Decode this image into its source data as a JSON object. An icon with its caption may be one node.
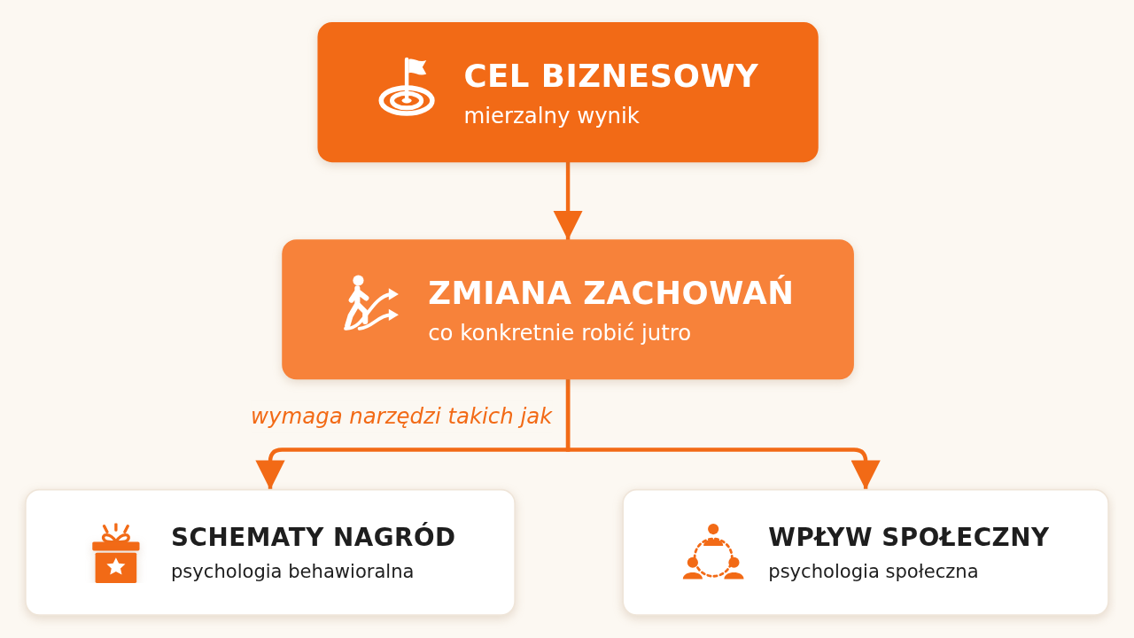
{
  "diagram": {
    "nodes": [
      {
        "text": [
          "CEL BIZNESOWY",
          "mierzalny wynik"
        ]
      },
      {
        "text": [
          "ZMIANA ZACHOWAŃ",
          "co konkretnie robić jutro"
        ]
      },
      {
        "text": [
          "SCHEMATY NAGRÓD",
          "psychologia behawioralna"
        ]
      },
      {
        "text": [
          "WPŁYW SPOŁECZNY",
          "psychologia społeczna"
        ]
      }
    ],
    "edges": [
      {
        "from": 0,
        "to": 1,
        "arrow": "to"
      },
      {
        "from": 1,
        "to": 2,
        "arrow": "to",
        "label": "wymaga narzędzi takich jak"
      },
      {
        "from": 1,
        "to": 3,
        "arrow": "to"
      }
    ]
  }
}
